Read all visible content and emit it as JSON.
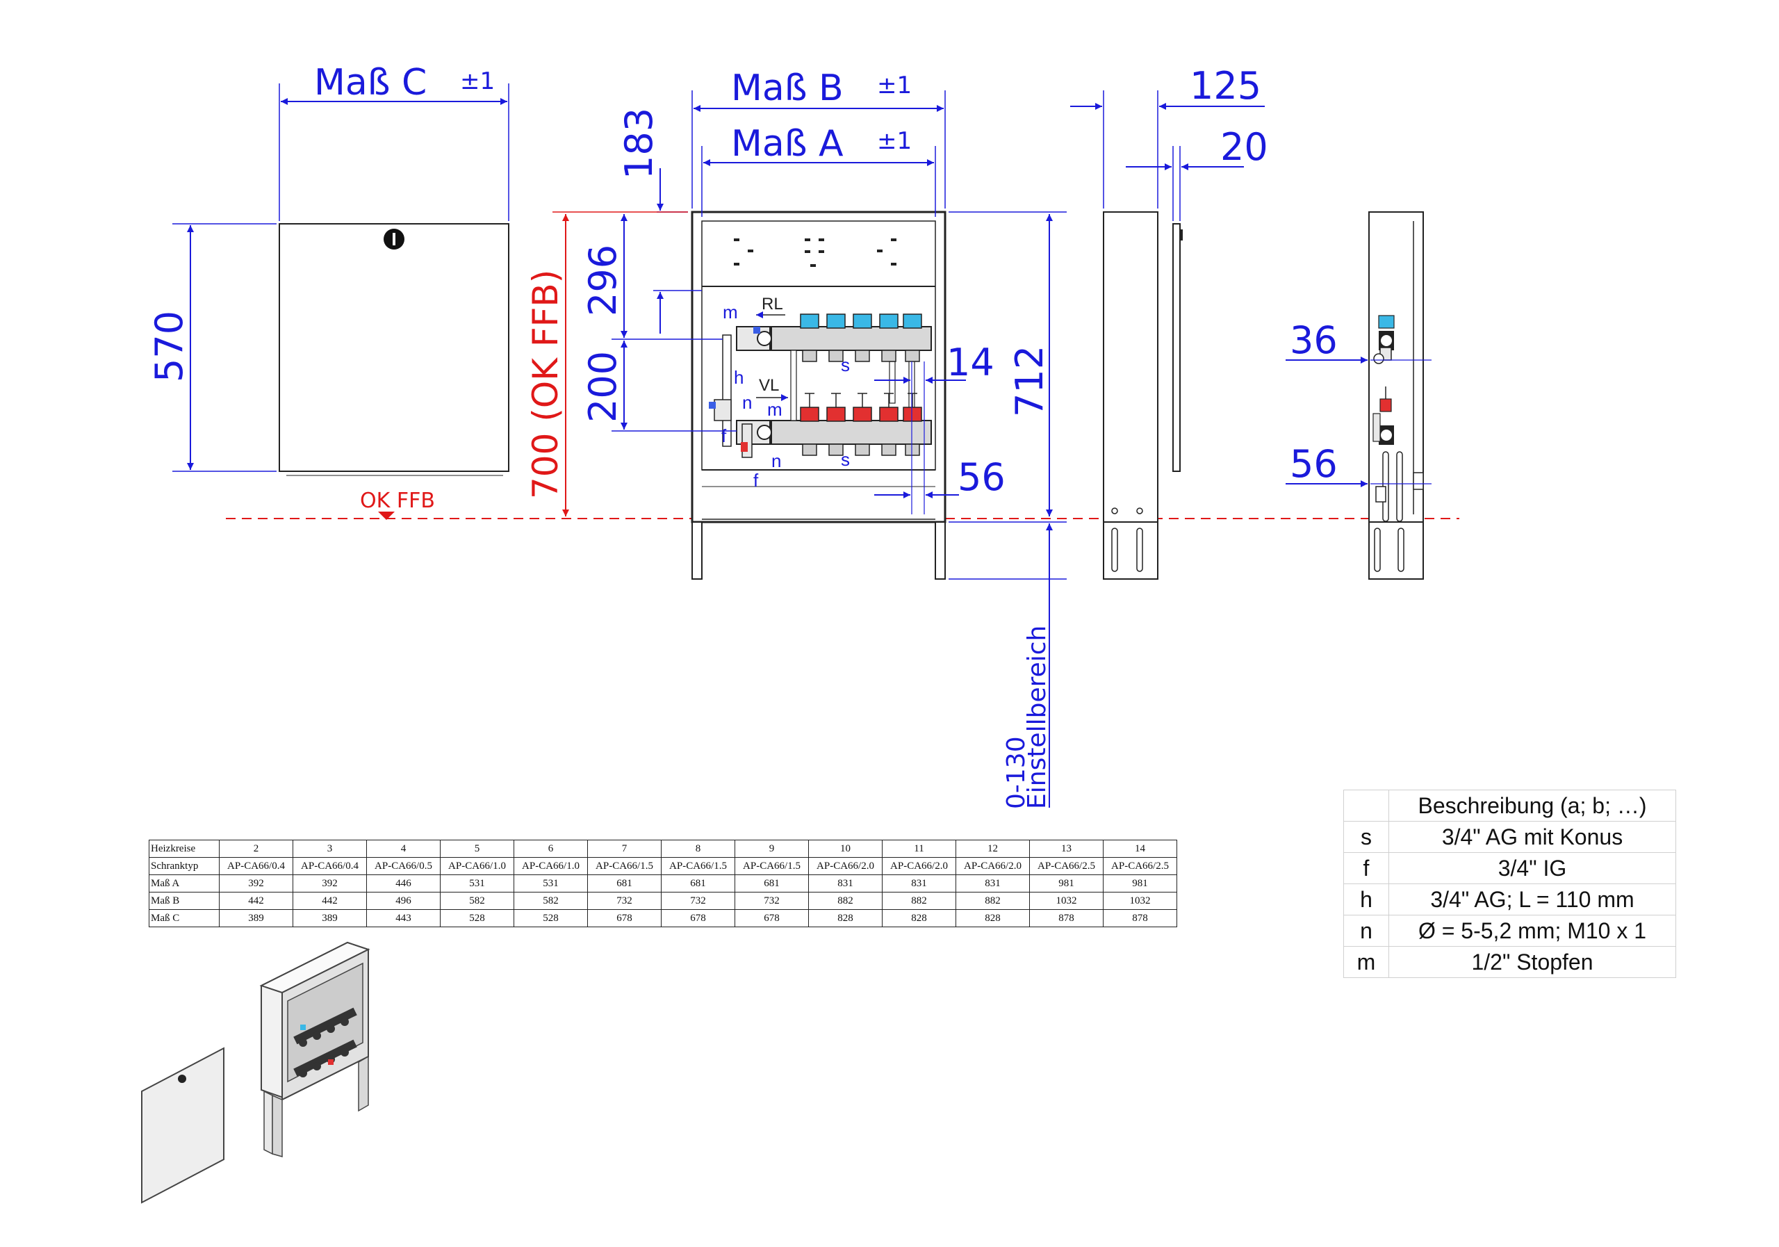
{
  "dimensions": {
    "mass_c": "Maß C",
    "mass_b": "Maß B",
    "mass_a": "Maß A",
    "tol": "±1",
    "d125": "125",
    "d20": "20",
    "d183": "183",
    "d296": "296",
    "d200": "200",
    "d570": "570",
    "d14": "14",
    "d712": "712",
    "d56": "56",
    "d36": "36",
    "d56b": "56",
    "ok_ffb": "OK FFB",
    "ok_ffb_700": "700 (OK FFB)",
    "einstellbereich": "0-130 Einstellbereich"
  },
  "part_labels": {
    "rl": "RL",
    "vl": "VL",
    "m1": "m",
    "m2": "m",
    "h": "h",
    "n1": "n",
    "n2": "n",
    "f1": "f",
    "f2": "f",
    "s1": "s",
    "s2": "s"
  },
  "spec_table": {
    "rows": [
      {
        "label": "Heizkreise",
        "cells": [
          "2",
          "3",
          "4",
          "5",
          "6",
          "7",
          "8",
          "9",
          "10",
          "11",
          "12",
          "13",
          "14"
        ]
      },
      {
        "label": "Schranktyp",
        "cells": [
          "AP-CA66/0.4",
          "AP-CA66/0.4",
          "AP-CA66/0.5",
          "AP-CA66/1.0",
          "AP-CA66/1.0",
          "AP-CA66/1.5",
          "AP-CA66/1.5",
          "AP-CA66/1.5",
          "AP-CA66/2.0",
          "AP-CA66/2.0",
          "AP-CA66/2.0",
          "AP-CA66/2.5",
          "AP-CA66/2.5"
        ]
      },
      {
        "label": "Maß A",
        "cells": [
          "392",
          "392",
          "446",
          "531",
          "531",
          "681",
          "681",
          "681",
          "831",
          "831",
          "831",
          "981",
          "981"
        ]
      },
      {
        "label": "Maß B",
        "cells": [
          "442",
          "442",
          "496",
          "582",
          "582",
          "732",
          "732",
          "732",
          "882",
          "882",
          "882",
          "1032",
          "1032"
        ]
      },
      {
        "label": "Maß C",
        "cells": [
          "389",
          "389",
          "443",
          "528",
          "528",
          "678",
          "678",
          "678",
          "828",
          "828",
          "828",
          "878",
          "878"
        ]
      }
    ]
  },
  "legend": {
    "header": "Beschreibung (a; b; …)",
    "rows": [
      {
        "key": "s",
        "value": "3/4\" AG mit Konus"
      },
      {
        "key": "f",
        "value": "3/4\" IG"
      },
      {
        "key": "h",
        "value": "3/4\" AG; L = 110 mm"
      },
      {
        "key": "n",
        "value": "Ø = 5-5,2 mm; M10 x 1"
      },
      {
        "key": "m",
        "value": "1/2\" Stopfen"
      }
    ]
  },
  "colors": {
    "dimension": "#1a1adb",
    "reference_line": "#e01818",
    "outline": "#222222",
    "return_valve": "#3ab8e6",
    "supply_valve": "#e23030"
  }
}
